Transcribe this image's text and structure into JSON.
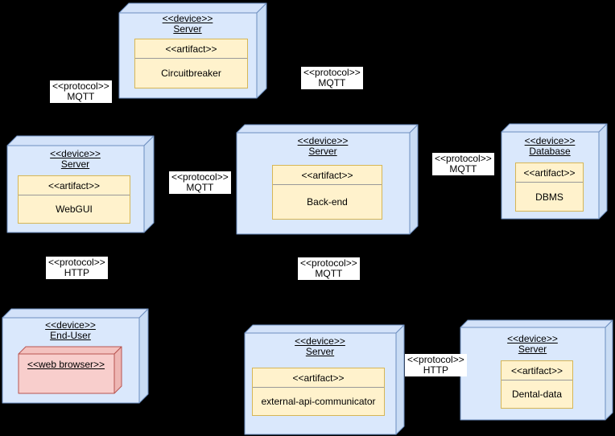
{
  "colors": {
    "background": "#000000",
    "node_fill": "#dae8fc",
    "node_stroke": "#6c8ebf",
    "artifact_fill": "#fff2cc",
    "artifact_stroke": "#d6b656",
    "artifact_divider": "#999999",
    "browser_fill": "#f8cecc",
    "browser_stroke": "#b85450",
    "label_bg": "#ffffff",
    "text": "#000000"
  },
  "diagram": {
    "type": "uml-deployment-diagram",
    "nodes": [
      {
        "id": "server-circuitbreaker",
        "stereotype": "<<device>>",
        "name": "Server",
        "artifact": {
          "stereotype": "<<artifact>>",
          "name": "Circuitbreaker"
        }
      },
      {
        "id": "server-webgui",
        "stereotype": "<<device>>",
        "name": "Server",
        "artifact": {
          "stereotype": "<<artifact>>",
          "name": "WebGUI"
        }
      },
      {
        "id": "server-backend",
        "stereotype": "<<device>>",
        "name": "Server",
        "artifact": {
          "stereotype": "<<artifact>>",
          "name": "Back-end"
        }
      },
      {
        "id": "database",
        "stereotype": "<<device>>",
        "name": "Database",
        "artifact": {
          "stereotype": "<<artifact>>",
          "name": "DBMS"
        }
      },
      {
        "id": "end-user",
        "stereotype": "<<device>>",
        "name": "End-User",
        "browser": {
          "label": "<<web browser>>"
        }
      },
      {
        "id": "server-external-api",
        "stereotype": "<<device>>",
        "name": "Server",
        "artifact": {
          "stereotype": "<<artifact>>",
          "name": "external-api-communicator"
        }
      },
      {
        "id": "server-dental-data",
        "stereotype": "<<device>>",
        "name": "Server",
        "artifact": {
          "stereotype": "<<artifact>>",
          "name": "Dental-data"
        }
      }
    ],
    "protocols": [
      {
        "id": "mqtt-top-left",
        "stereotype": "<<protocol>>",
        "name": "MQTT"
      },
      {
        "id": "mqtt-top-right",
        "stereotype": "<<protocol>>",
        "name": "MQTT"
      },
      {
        "id": "mqtt-webgui-backend",
        "stereotype": "<<protocol>>",
        "name": "MQTT"
      },
      {
        "id": "mqtt-backend-database",
        "stereotype": "<<protocol>>",
        "name": "MQTT"
      },
      {
        "id": "http-webgui-enduser",
        "stereotype": "<<protocol>>",
        "name": "HTTP"
      },
      {
        "id": "mqtt-backend-external",
        "stereotype": "<<protocol>>",
        "name": "MQTT"
      },
      {
        "id": "http-external-dental",
        "stereotype": "<<protocol>>",
        "name": "HTTP"
      }
    ]
  }
}
